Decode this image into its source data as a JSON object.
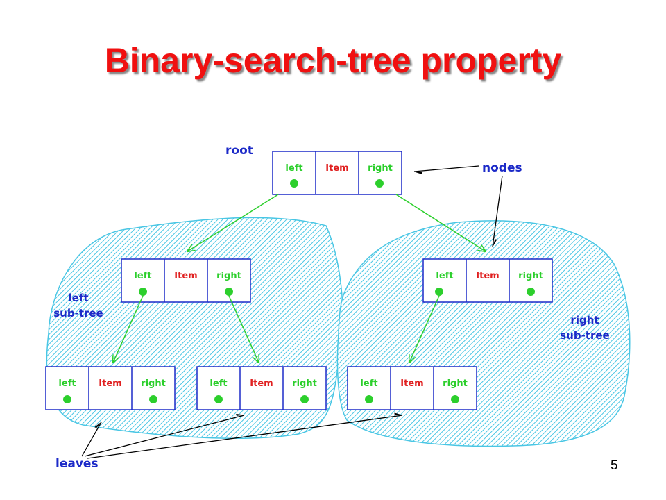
{
  "slide": {
    "title": "Binary-search-tree property",
    "page_number": "5"
  },
  "diagram": {
    "labels": {
      "root": "root",
      "nodes": "nodes",
      "left_subtree_line1": "left",
      "left_subtree_line2": "sub-tree",
      "right_subtree_line1": "right",
      "right_subtree_line2": "sub-tree",
      "leaves": "leaves"
    },
    "node_fields": {
      "left": "left",
      "item": "Item",
      "right": "right"
    },
    "nodes": [
      {
        "id": "root",
        "role": "root"
      },
      {
        "id": "left-child",
        "role": "internal"
      },
      {
        "id": "right-child",
        "role": "internal"
      },
      {
        "id": "leaf-1",
        "role": "leaf"
      },
      {
        "id": "leaf-2",
        "role": "leaf"
      },
      {
        "id": "leaf-3",
        "role": "leaf"
      }
    ],
    "colors": {
      "box_border": "#1c2ac8",
      "pointer_green": "#2ccf2c",
      "item_red": "#e02020",
      "label_blue": "#1c2ac8",
      "subtree_fill": "#7ee0f0",
      "title_red": "#f01010"
    }
  }
}
